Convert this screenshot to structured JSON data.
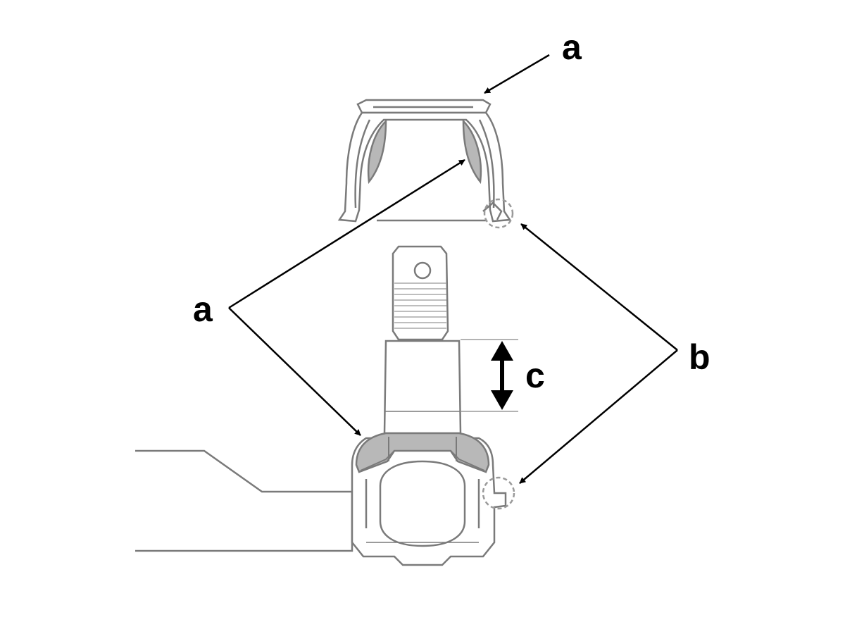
{
  "labels": {
    "a_top": "a",
    "a_left": "a",
    "b": "b",
    "c": "c"
  },
  "colors": {
    "ink": "#000000",
    "outline": "#7a7a7a",
    "grease": "#b8b8b8",
    "callout_circle": "#9a9a9a",
    "background": "#ffffff"
  }
}
